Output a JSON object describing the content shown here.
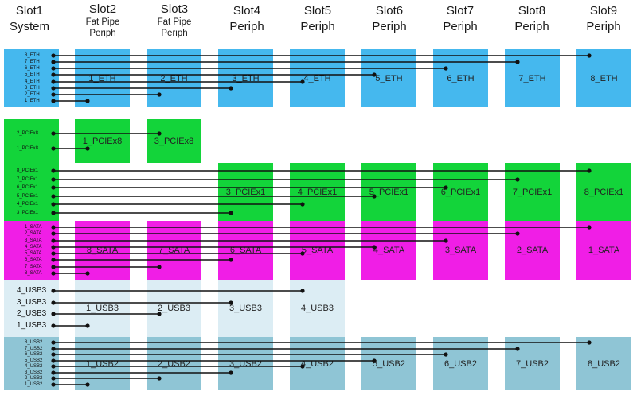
{
  "headers": [
    {
      "lines": [
        "Slot1",
        "System"
      ]
    },
    {
      "lines": [
        "Slot2",
        "Fat Pipe",
        "Periph"
      ]
    },
    {
      "lines": [
        "Slot3",
        "Fat Pipe",
        "Periph"
      ]
    },
    {
      "lines": [
        "Slot4",
        "Periph"
      ]
    },
    {
      "lines": [
        "Slot5",
        "Periph"
      ]
    },
    {
      "lines": [
        "Slot6",
        "Periph"
      ]
    },
    {
      "lines": [
        "Slot7",
        "Periph"
      ]
    },
    {
      "lines": [
        "Slot8",
        "Periph"
      ]
    },
    {
      "lines": [
        "Slot9",
        "Periph"
      ]
    }
  ],
  "colors": {
    "eth": "#45b8ee",
    "pcie": "#13d43a",
    "sata": "#f01ee6",
    "usb3": "#dcedf4",
    "usb2": "#8fc5d5",
    "white": "#ffffff",
    "wire": "#111111"
  },
  "groups": {
    "eth": {
      "system_signals": [
        "8_ETH",
        "7_ETH",
        "6_ETH",
        "5_ETH",
        "4_ETH",
        "3_ETH",
        "2_ETH",
        "1_ETH"
      ],
      "slot_labels": [
        "1_ETH",
        "2_ETH",
        "3_ETH",
        "4_ETH",
        "5_ETH",
        "6_ETH",
        "7_ETH",
        "8_ETH"
      ]
    },
    "pcie8": {
      "system_signals": [
        "2_PCIEx8",
        "1_PCIEx8"
      ],
      "slot_labels": [
        "1_PCIEx8",
        "3_PCIEx8"
      ]
    },
    "pcie1": {
      "system_signals": [
        "8_PCIEx1",
        "7_PCIEx1",
        "6_PCIEx1",
        "5_PCIEx1",
        "4_PCIEx1",
        "3_PCIEx1"
      ],
      "slot_labels": [
        "3_PCIEx1",
        "4_PCIEx1",
        "5_PCIEx1",
        "6_PCIEx1",
        "7_PCIEx1",
        "8_PCIEx1"
      ]
    },
    "sata": {
      "system_signals": [
        "1_SATA",
        "2_SATA",
        "3_SATA",
        "4_SATA",
        "5_SATA",
        "6_SATA",
        "7_SATA",
        "8_SATA"
      ],
      "slot_labels": [
        "8_SATA",
        "7_SATA",
        "6_SATA",
        "5_SATA",
        "4_SATA",
        "3_SATA",
        "2_SATA",
        "1_SATA"
      ]
    },
    "usb3": {
      "system_signals": [
        "4_USB3",
        "3_USB3",
        "2_USB3",
        "1_USB3"
      ],
      "slot_labels": [
        "1_USB3",
        "2_USB3",
        "3_USB3",
        "4_USB3"
      ]
    },
    "usb2": {
      "system_signals": [
        "8_USB2",
        "7_USB2",
        "6_USB2",
        "5_USB2",
        "4_USB2",
        "3_USB2",
        "2_USB2",
        "1_USB2"
      ],
      "slot_labels": [
        "1_USB2",
        "2_USB2",
        "3_USB2",
        "4_USB2",
        "5_USB2",
        "6_USB2",
        "7_USB2",
        "8_USB2"
      ]
    }
  }
}
